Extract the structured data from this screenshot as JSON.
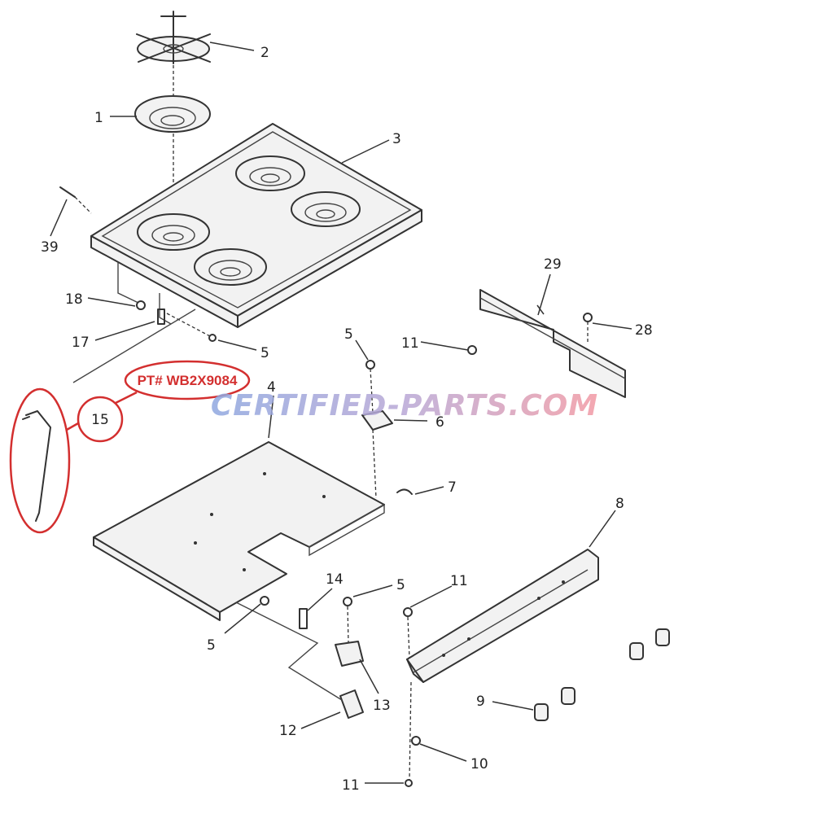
{
  "callouts": {
    "c1": "1",
    "c2": "2",
    "c3": "3",
    "c4": "4",
    "c5a": "5",
    "c5b": "5",
    "c5c": "5",
    "c5d": "5",
    "c6": "6",
    "c7": "7",
    "c8": "8",
    "c9": "9",
    "c10": "10",
    "c11a": "11",
    "c11b": "11",
    "c11c": "11",
    "c12": "12",
    "c13": "13",
    "c14": "14",
    "c15": "15",
    "c17": "17",
    "c18": "18",
    "c28": "28",
    "c29": "29",
    "c39": "39"
  },
  "highlight": {
    "part_number": "PT# WB2X9084",
    "color": "#d32f2f"
  },
  "watermark": {
    "text": "CERTIFIED-PARTS.COM",
    "color_left": "#8fa8e0",
    "color_right": "#f29aa4"
  },
  "colors": {
    "line": "#333333",
    "highlight": "#d32f2f"
  }
}
